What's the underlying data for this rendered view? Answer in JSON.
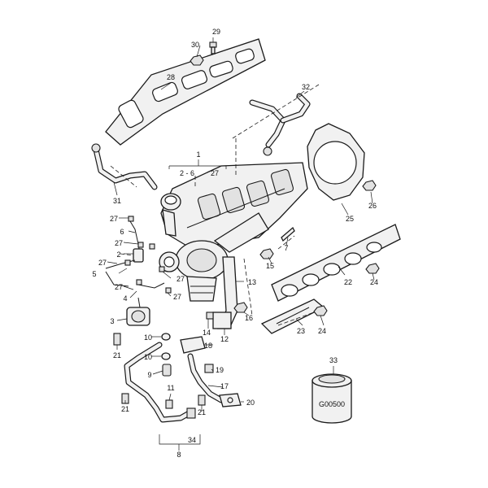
{
  "callouts": {
    "c1": "1",
    "c2": "2",
    "c2_6": "2 - 6",
    "c3": "3",
    "c4": "4",
    "c5": "5",
    "c6": "6",
    "c7": "7",
    "c8": "8",
    "c9": "9",
    "c10a": "10",
    "c10b": "10",
    "c11": "11",
    "c12": "12",
    "c13": "13",
    "c14": "14",
    "c15": "15",
    "c16": "16",
    "c17": "17",
    "c18": "18",
    "c19": "19",
    "c20": "20",
    "c21a": "21",
    "c21b": "21",
    "c21c": "21",
    "c22": "22",
    "c23": "23",
    "c24a": "24",
    "c24b": "24",
    "c25": "25",
    "c26": "26",
    "c27a": "27",
    "c27b": "27",
    "c27c": "27",
    "c27d": "27",
    "c27e": "27",
    "c27f": "27",
    "c27g": "27",
    "c28": "28",
    "c29": "29",
    "c30": "30",
    "c31": "31",
    "c32": "32",
    "c33": "33",
    "c34": "34"
  },
  "can_label": "G00500"
}
